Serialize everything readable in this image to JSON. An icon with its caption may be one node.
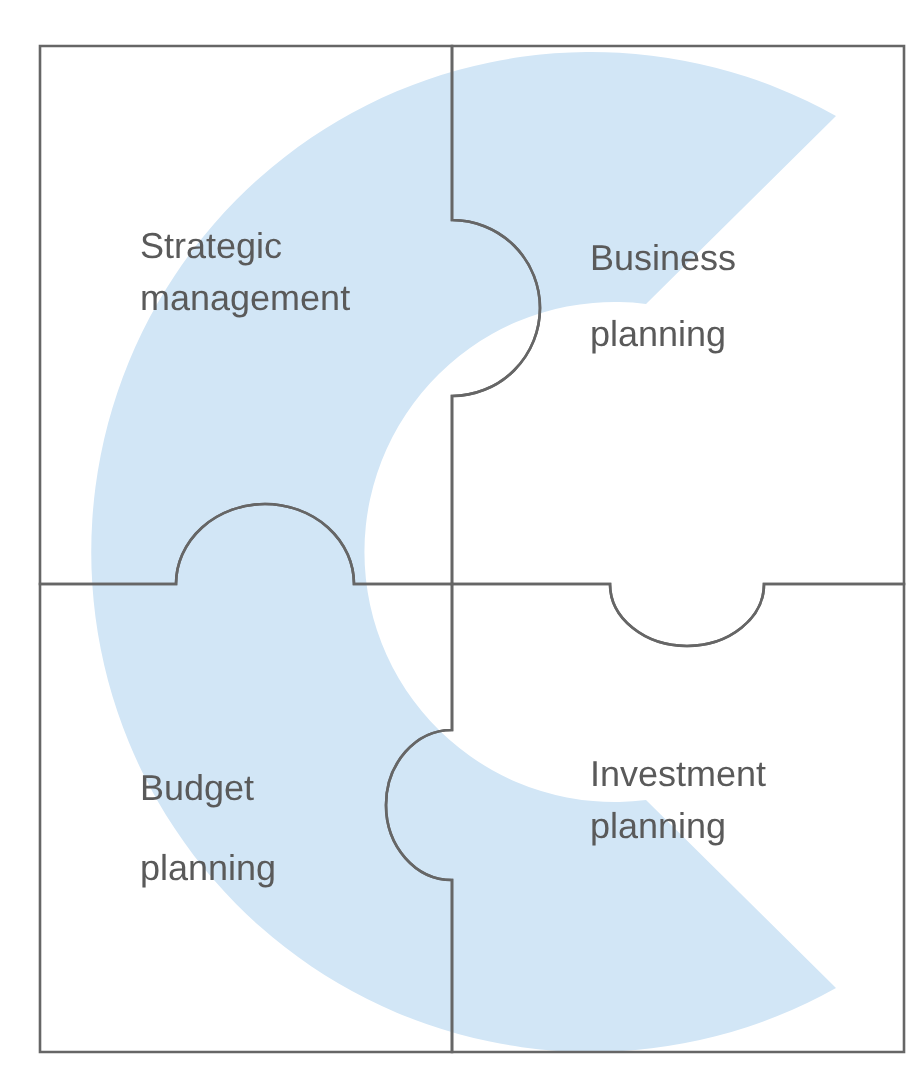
{
  "diagram": {
    "nodes": [
      {
        "text": [
          "Strategic management"
        ]
      },
      {
        "text": [
          "Business planning"
        ]
      },
      {
        "text": [
          "Budget planning"
        ]
      },
      {
        "text": [
          "Investment planning"
        ]
      }
    ]
  }
}
